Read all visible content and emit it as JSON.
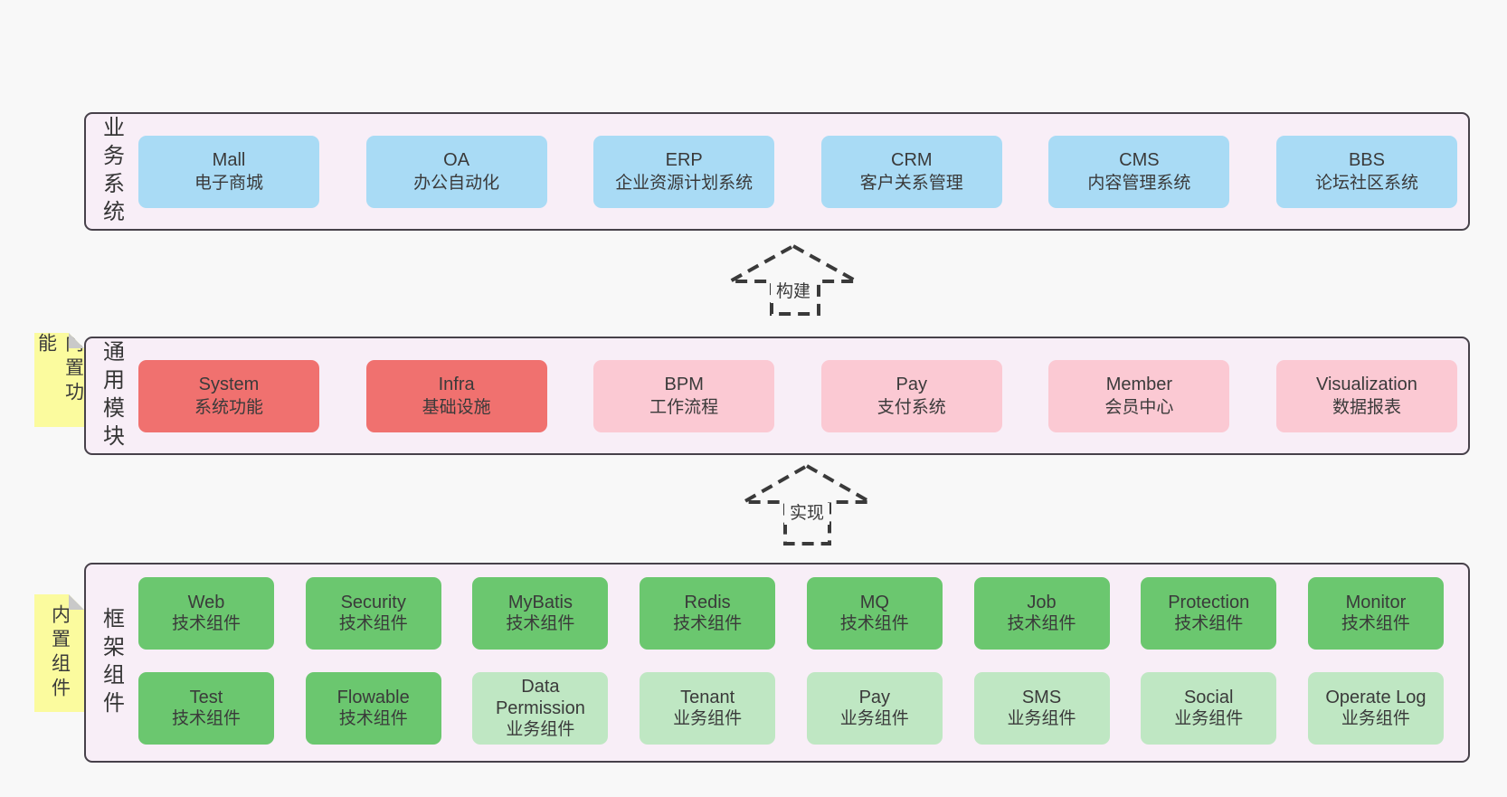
{
  "diagram": {
    "bands": [
      {
        "label": "业务系统",
        "boxes": [
          {
            "name": "Mall",
            "subtitle": "电子商城"
          },
          {
            "name": "OA",
            "subtitle": "办公自动化"
          },
          {
            "name": "ERP",
            "subtitle": "企业资源计划系统"
          },
          {
            "name": "CRM",
            "subtitle": "客户关系管理"
          },
          {
            "name": "CMS",
            "subtitle": "内容管理系统"
          },
          {
            "name": "BBS",
            "subtitle": "论坛社区系统"
          }
        ]
      },
      {
        "label": "通用模块",
        "boxes": [
          {
            "name": "System",
            "subtitle": "系统功能",
            "variant": "red"
          },
          {
            "name": "Infra",
            "subtitle": "基础设施",
            "variant": "red"
          },
          {
            "name": "BPM",
            "subtitle": "工作流程",
            "variant": "pink"
          },
          {
            "name": "Pay",
            "subtitle": "支付系统",
            "variant": "pink"
          },
          {
            "name": "Member",
            "subtitle": "会员中心",
            "variant": "pink"
          },
          {
            "name": "Visualization",
            "subtitle": "数据报表",
            "variant": "pink"
          }
        ]
      },
      {
        "label": "框架组件",
        "rows": [
          [
            {
              "name": "Web",
              "subtitle": "技术组件",
              "variant": "green"
            },
            {
              "name": "Security",
              "subtitle": "技术组件",
              "variant": "green"
            },
            {
              "name": "MyBatis",
              "subtitle": "技术组件",
              "variant": "green"
            },
            {
              "name": "Redis",
              "subtitle": "技术组件",
              "variant": "green"
            },
            {
              "name": "MQ",
              "subtitle": "技术组件",
              "variant": "green"
            },
            {
              "name": "Job",
              "subtitle": "技术组件",
              "variant": "green"
            },
            {
              "name": "Protection",
              "subtitle": "技术组件",
              "variant": "green"
            },
            {
              "name": "Monitor",
              "subtitle": "技术组件",
              "variant": "green"
            }
          ],
          [
            {
              "name": "Test",
              "subtitle": "技术组件",
              "variant": "green"
            },
            {
              "name": "Flowable",
              "subtitle": "技术组件",
              "variant": "green"
            },
            {
              "name": "Data Permission",
              "subtitle": "业务组件",
              "variant": "lightgreen"
            },
            {
              "name": "Tenant",
              "subtitle": "业务组件",
              "variant": "lightgreen"
            },
            {
              "name": "Pay",
              "subtitle": "业务组件",
              "variant": "lightgreen"
            },
            {
              "name": "SMS",
              "subtitle": "业务组件",
              "variant": "lightgreen"
            },
            {
              "name": "Social",
              "subtitle": "业务组件",
              "variant": "lightgreen"
            },
            {
              "name": "Operate Log",
              "subtitle": "业务组件",
              "variant": "lightgreen"
            }
          ]
        ]
      }
    ],
    "arrows": [
      {
        "label": "构建"
      },
      {
        "label": "实现"
      }
    ],
    "notes": [
      {
        "text": "内置功能"
      },
      {
        "text": "内置组件"
      }
    ],
    "colors": {
      "page_background": "#f8f8f8",
      "band_background": "#f8eef7",
      "band_border": "#47414a",
      "blue_box": "#a9dbf5",
      "red_box": "#f0716f",
      "pink_box": "#fbc9d3",
      "green_box": "#6bc76f",
      "light_green_box": "#bfe7c3",
      "sticky_note": "#fbfb9e",
      "note_fold": "#c9c9c9",
      "text": "#3a3a3a"
    }
  }
}
